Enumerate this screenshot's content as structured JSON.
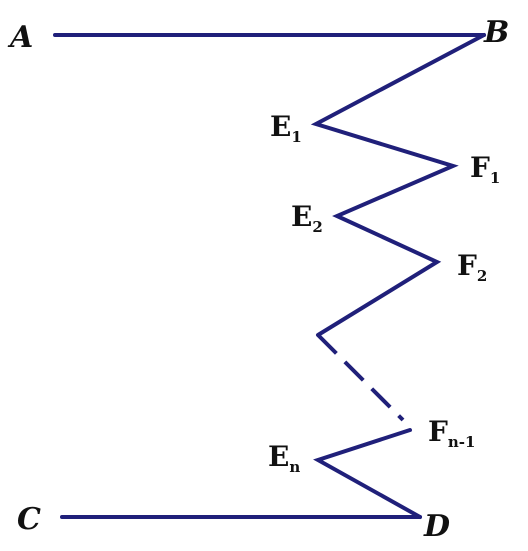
{
  "diagram": {
    "colors": {
      "line": "#20207a",
      "label": "#111111",
      "background": "#ffffff"
    },
    "points": {
      "A": {
        "main": "A",
        "sub": ""
      },
      "B": {
        "main": "B",
        "sub": ""
      },
      "C": {
        "main": "C",
        "sub": ""
      },
      "D": {
        "main": "D",
        "sub": ""
      },
      "E1": {
        "main": "E",
        "sub": "1"
      },
      "F1": {
        "main": "F",
        "sub": "1"
      },
      "E2": {
        "main": "E",
        "sub": "2"
      },
      "F2": {
        "main": "F",
        "sub": "2"
      },
      "Fn1": {
        "main": "F",
        "sub": "n-1"
      },
      "En": {
        "main": "E",
        "sub": "n"
      }
    }
  }
}
